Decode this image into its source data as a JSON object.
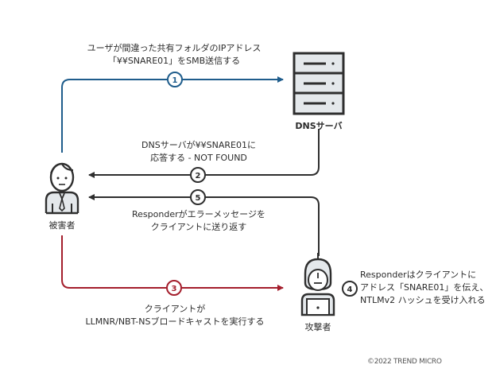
{
  "colors": {
    "blue": "#1f5d8c",
    "dark": "#2e2e2e",
    "red": "#a41e2c",
    "icon_fill": "#e4e8eb",
    "text": "#2b2b2b"
  },
  "nodes": {
    "victim": {
      "label": "被害者",
      "icon": "user-icon"
    },
    "dns_server": {
      "label": "DNSサーバ",
      "icon": "server-icon"
    },
    "attacker": {
      "label": "攻撃者",
      "icon": "hacker-laptop-icon"
    }
  },
  "steps": [
    {
      "number": "1",
      "color": "blue",
      "from": "victim",
      "to": "dns_server",
      "lines": [
        "ユーザが間違った共有フォルダのIPアドレス",
        "「¥¥SNARE01」をSMB送信する"
      ]
    },
    {
      "number": "2",
      "color": "dark",
      "from": "dns_server",
      "to": "victim",
      "lines": [
        "DNSサーバが¥¥SNARE01に",
        "応答する - NOT FOUND"
      ]
    },
    {
      "number": "3",
      "color": "red",
      "from": "victim",
      "to": "attacker",
      "lines": [
        "クライアントが",
        "LLMNR/NBT-NSブロードキャストを実行する"
      ]
    },
    {
      "number": "4",
      "color": "dark",
      "from": "attacker",
      "to": "attacker",
      "lines": [
        "Responderはクライアントに",
        "アドレス「SNARE01」を伝え、",
        "NTLMv2 ハッシュを受け入れる"
      ]
    },
    {
      "number": "5",
      "color": "dark",
      "from": "attacker",
      "to": "victim",
      "lines": [
        "Responderがエラーメッセージを",
        "クライアントに送り返す"
      ]
    }
  ],
  "copyright": "©2022 TREND MICRO"
}
